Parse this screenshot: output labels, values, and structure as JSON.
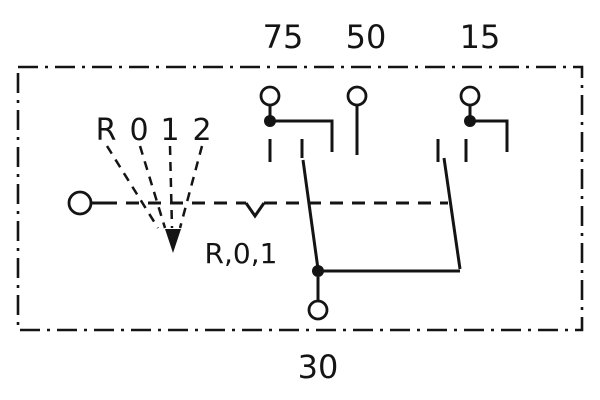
{
  "labels": {
    "t75": "75",
    "t50": "50",
    "t15": "15",
    "t30": "30",
    "position_chars": [
      "R",
      "0",
      "1",
      "2"
    ],
    "active_positions": "R,0,1"
  },
  "icons": {
    "terminal": "open-circle",
    "junction": "filled-dot",
    "position_arrow": "filled-down-arrowhead"
  },
  "colors": {
    "line": "#141414",
    "background": "#ffffff"
  }
}
